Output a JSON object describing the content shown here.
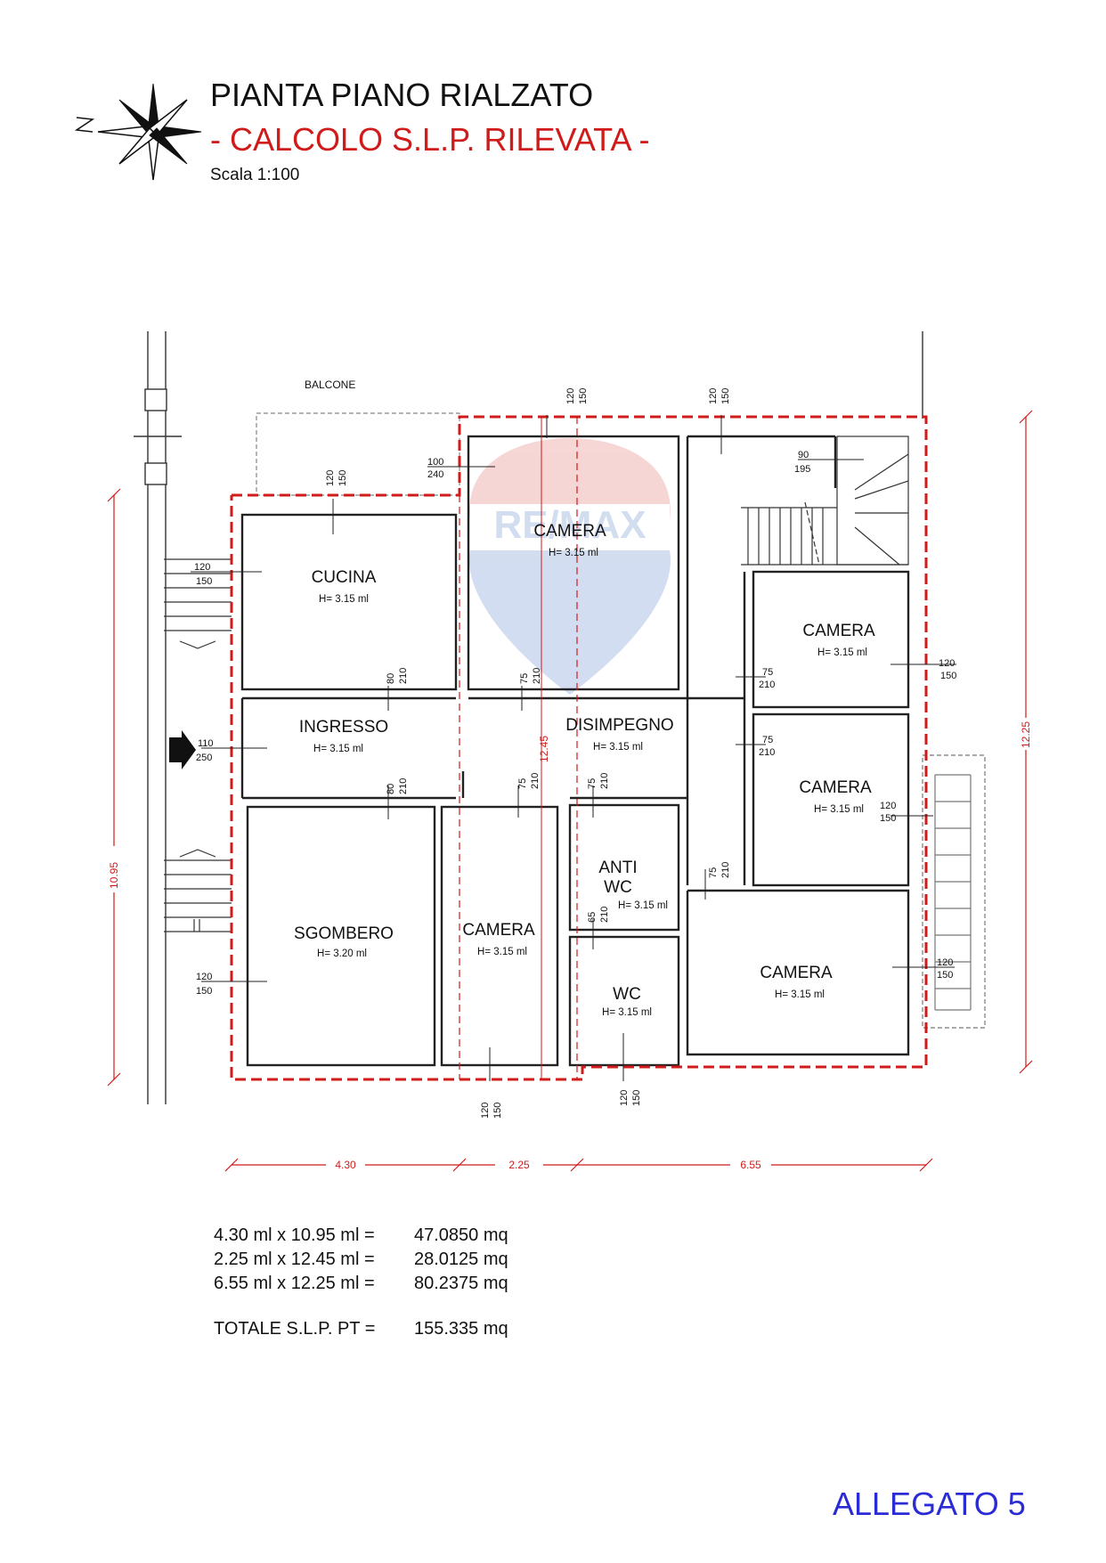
{
  "header": {
    "title": "PIANTA PIANO RIALZATO",
    "subtitle": "- CALCOLO S.L.P. RILEVATA -",
    "scale": "Scala 1:100"
  },
  "icons": {
    "north_arrow": "compass-rose-icon",
    "entrance": "entrance-arrow-icon",
    "watermark": "remax-balloon-logo"
  },
  "colors": {
    "slp_outline": "#d11a1a",
    "allegato": "#2b2bd6",
    "walls": "#222222"
  },
  "watermark": {
    "text": "RE/MAX"
  },
  "rooms": {
    "balcone": "BALCONE",
    "cucina": {
      "name": "CUCINA",
      "height": "H= 3.15 ml"
    },
    "camera_top": {
      "name": "CAMERA",
      "height": "H= 3.15 ml"
    },
    "camera_r1": {
      "name": "CAMERA",
      "height": "H= 3.15 ml"
    },
    "ingresso": {
      "name": "INGRESSO",
      "height": "H= 3.15 ml"
    },
    "disimpegno": {
      "name": "DISIMPEGNO",
      "height": "H= 3.15 ml"
    },
    "camera_r2": {
      "name": "CAMERA",
      "height": "H= 3.15 ml"
    },
    "antiwc": {
      "name1": "ANTI",
      "name2": "WC",
      "height": "H= 3.15 ml"
    },
    "sgombero": {
      "name": "SGOMBERO",
      "height": "H= 3.20 ml"
    },
    "camera_mid": {
      "name": "CAMERA",
      "height": "H= 3.15 ml"
    },
    "wc": {
      "name": "WC",
      "height": "H= 3.15 ml"
    },
    "camera_br": {
      "name": "CAMERA",
      "height": "H= 3.15 ml"
    }
  },
  "openings": {
    "w_top1": [
      "120",
      "150"
    ],
    "w_top2": [
      "120",
      "150"
    ],
    "balcony_door": [
      "100",
      "240"
    ],
    "cucina_win": [
      "120",
      "150"
    ],
    "stair_win": [
      "90",
      "195"
    ],
    "left_win": [
      "120",
      "150"
    ],
    "d_cucina": [
      "80",
      "210"
    ],
    "d_camera_top": [
      "75",
      "210"
    ],
    "d_r1": [
      "75",
      "210"
    ],
    "w_r1": [
      "120",
      "150"
    ],
    "entrance": [
      "110",
      "250"
    ],
    "d_r2": [
      "75",
      "210"
    ],
    "d_sgombero": [
      "80",
      "210"
    ],
    "d_camera_mid": [
      "75",
      "210"
    ],
    "d_antiwc": [
      "75",
      "210"
    ],
    "w_r2": [
      "120",
      "150"
    ],
    "d_br": [
      "75",
      "210"
    ],
    "d_wc": [
      "65",
      "210"
    ],
    "w_sgombero": [
      "120",
      "150"
    ],
    "w_br": [
      "120",
      "150"
    ],
    "w_bottom_mid": [
      "120",
      "150"
    ],
    "w_bottom_wc": [
      "120",
      "150"
    ]
  },
  "dimensions": {
    "left_height": "10.95",
    "mid_height": "12.45",
    "right_height": "12.25",
    "width1": "4.30",
    "width2": "2.25",
    "width3": "6.55"
  },
  "calc": {
    "rows": [
      {
        "expr": "4.30 ml x 10.95 ml =",
        "result": "47.0850 mq"
      },
      {
        "expr": "2.25 ml x 12.45 ml =",
        "result": "28.0125 mq"
      },
      {
        "expr": "6.55 ml x 12.25 ml =",
        "result": "80.2375 mq"
      }
    ],
    "total_label": "TOTALE S.L.P. PT =",
    "total_value": "155.335 mq"
  },
  "footer": {
    "allegato": "ALLEGATO 5"
  }
}
